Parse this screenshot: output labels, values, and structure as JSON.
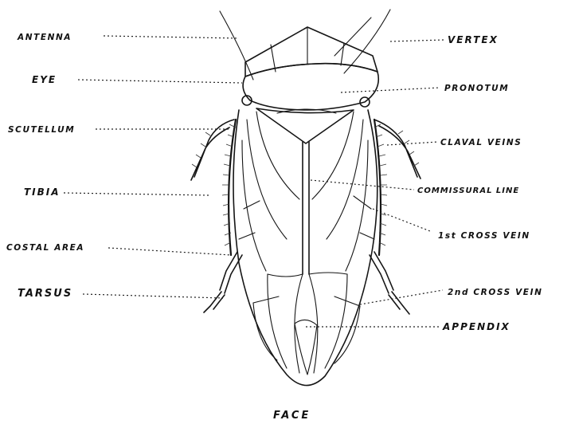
{
  "figure": {
    "caption": "FACE",
    "labels_left": [
      {
        "id": "antenna",
        "text": "ANTENNA"
      },
      {
        "id": "eye",
        "text": "EYE"
      },
      {
        "id": "scutellum",
        "text": "SCUTELLUM"
      },
      {
        "id": "tibia",
        "text": "TIBIA"
      },
      {
        "id": "costal-area",
        "text": "COSTAL AREA"
      },
      {
        "id": "tarsus",
        "text": "TARSUS"
      }
    ],
    "labels_right": [
      {
        "id": "vertex",
        "text": "VERTEX"
      },
      {
        "id": "pronotum",
        "text": "PRONOTUM"
      },
      {
        "id": "claval-veins",
        "text": "CLAVAL VEINS"
      },
      {
        "id": "commissural-line",
        "text": "COMMISSURAL LINE"
      },
      {
        "id": "first-cross-vein",
        "text": "1st CROSS VEIN"
      },
      {
        "id": "second-cross-vein",
        "text": "2nd CROSS VEIN"
      },
      {
        "id": "appendix",
        "text": "APPENDIX"
      }
    ]
  }
}
